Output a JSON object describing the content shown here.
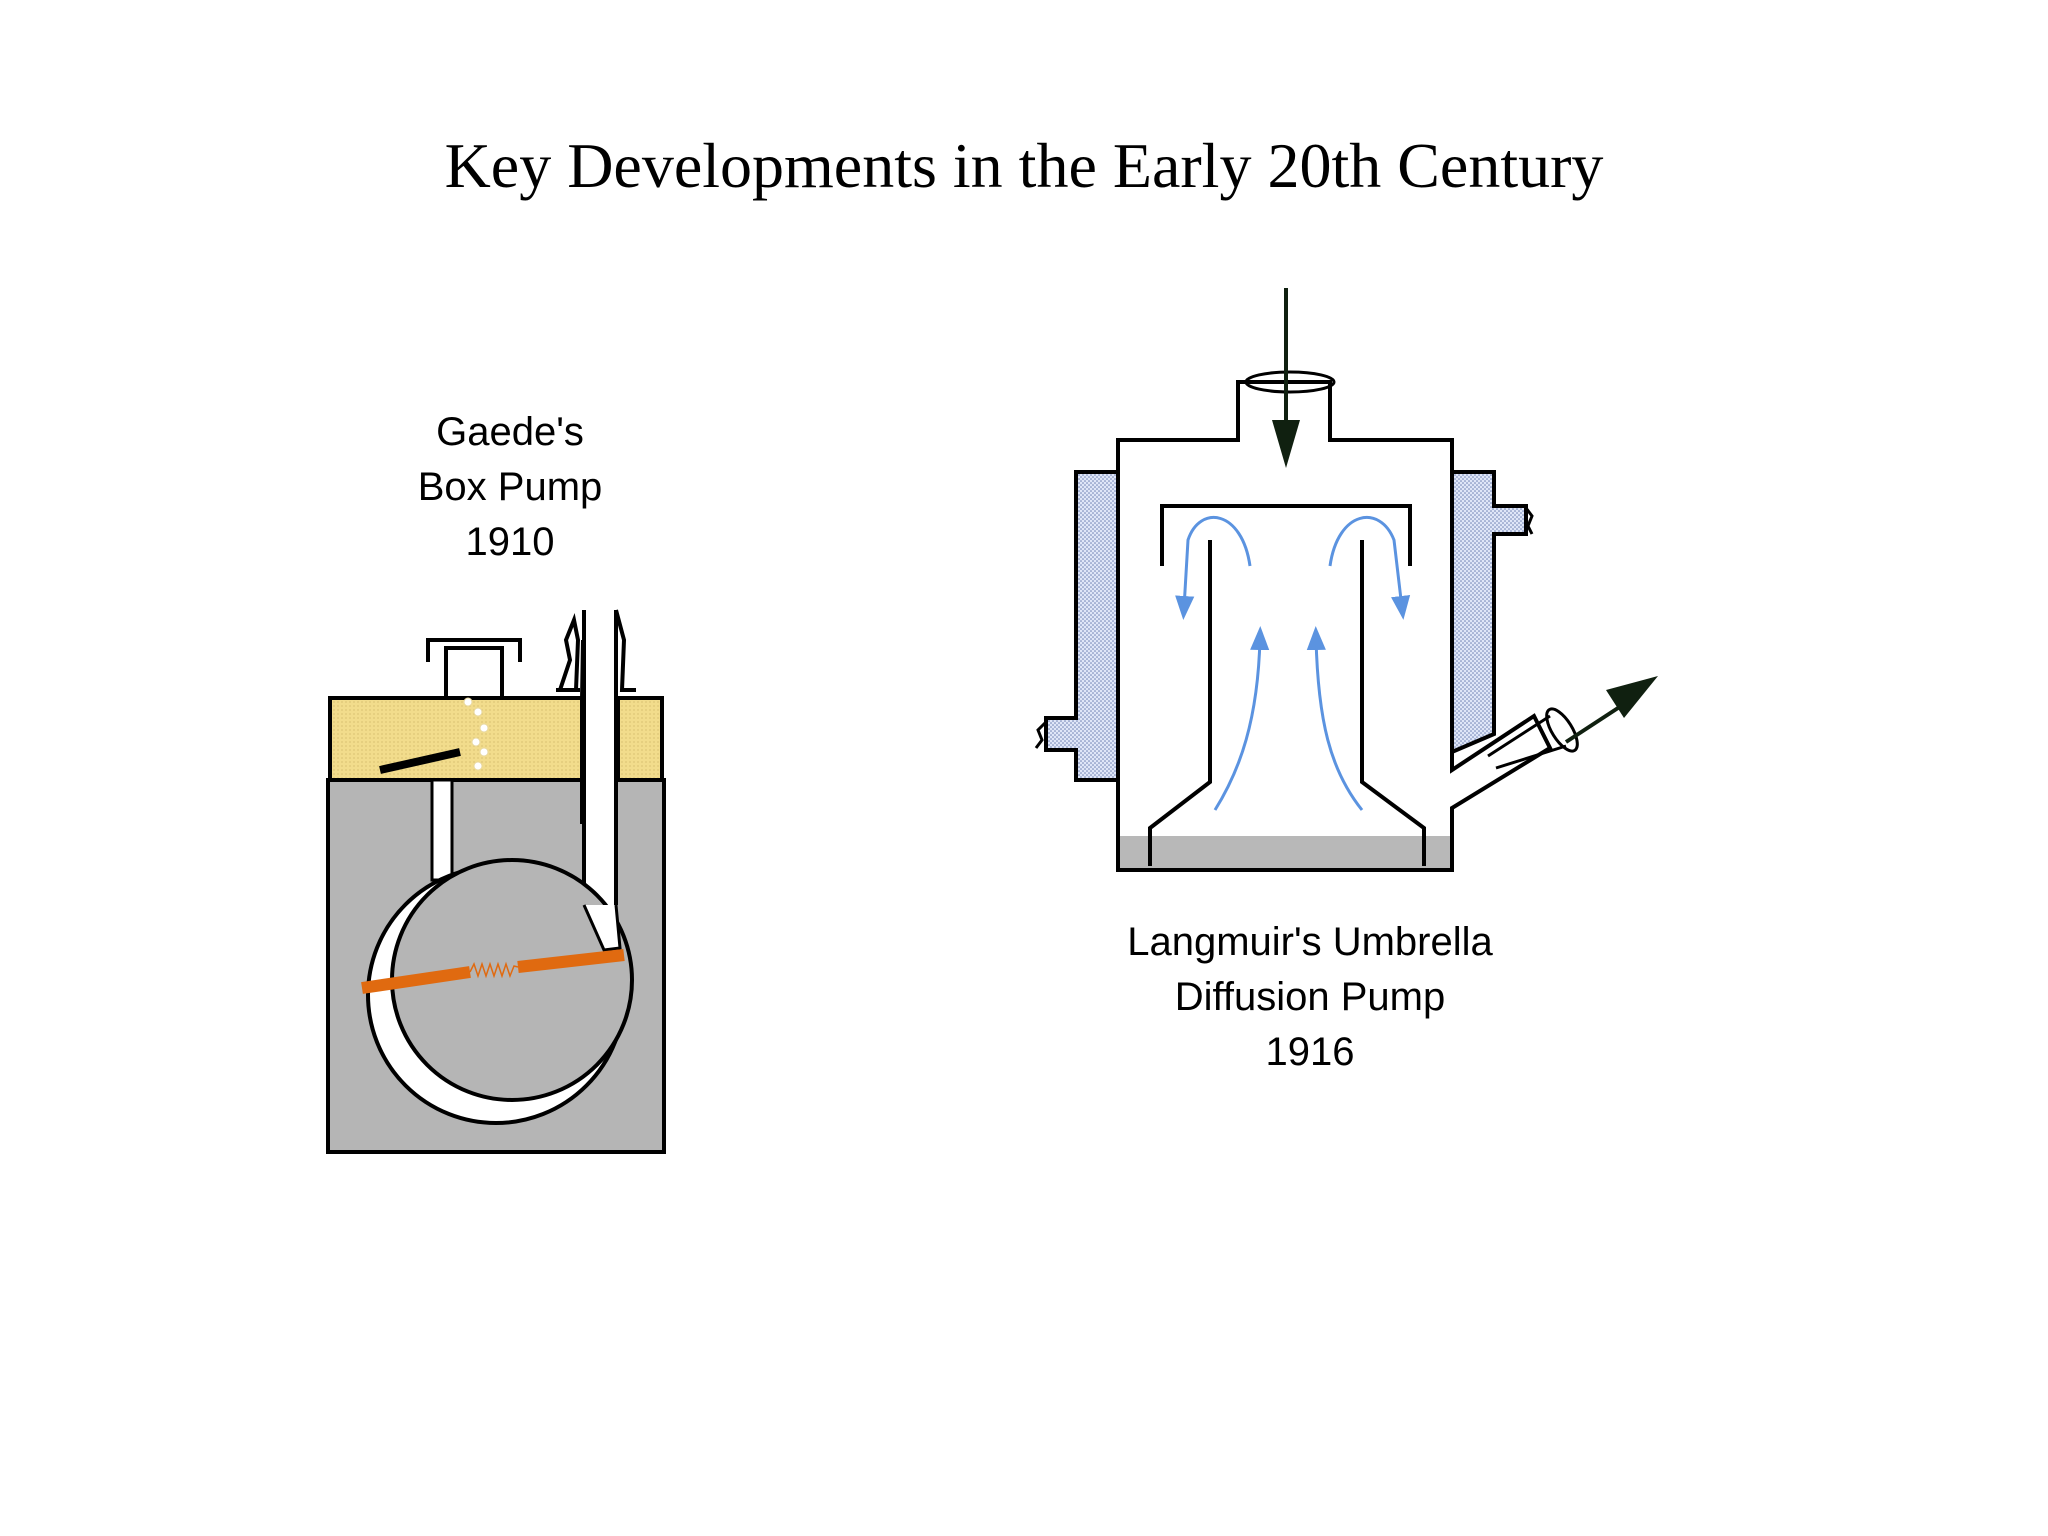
{
  "title": "Key Developments in the Early 20th Century",
  "gaede": {
    "lines": [
      "Gaede's",
      "Box Pump",
      "1910"
    ]
  },
  "langmuir": {
    "lines": [
      "Langmuir's Umbrella",
      "Diffusion Pump",
      "1916"
    ]
  },
  "colors": {
    "oil": "#f2dc8c",
    "housing": "#b5b5b5",
    "vane": "#e06a10",
    "coolant": "#c8d4f0",
    "vapor": "#5b93e0",
    "mercury": "#b8b8b8",
    "arrow": "#102010"
  }
}
